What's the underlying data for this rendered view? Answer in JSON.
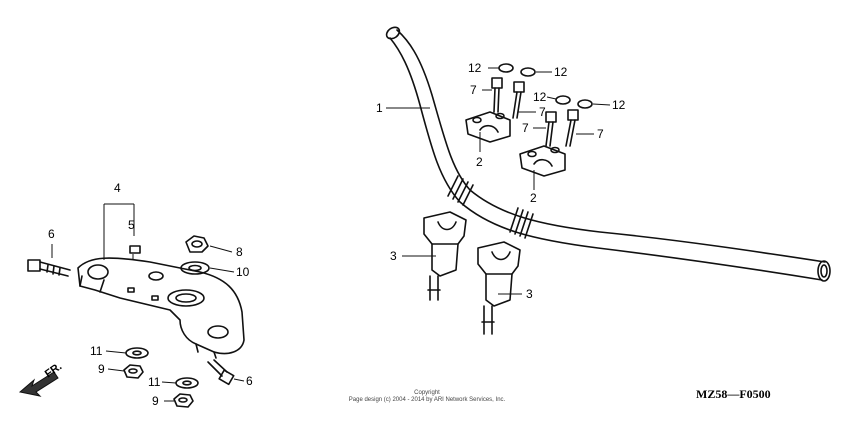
{
  "callouts": {
    "c1": "1",
    "c2a": "2",
    "c2b": "2",
    "c3a": "3",
    "c3b": "3",
    "c4": "4",
    "c5": "5",
    "c6a": "6",
    "c6b": "6",
    "c7a": "7",
    "c7b": "7",
    "c7c": "7",
    "c7d": "7",
    "c8": "8",
    "c9a": "9",
    "c9b": "9",
    "c10": "10",
    "c11a": "11",
    "c11b": "11",
    "c12a": "12",
    "c12b": "12",
    "c12c": "12",
    "c12d": "12"
  },
  "footer": {
    "copyright_line1": "Copyright",
    "copyright_line2": "Page design (c) 2004 - 2014 by ARI Network Services, Inc.",
    "diagram_code": "MZ58—F0500"
  },
  "direction_label": "FR."
}
